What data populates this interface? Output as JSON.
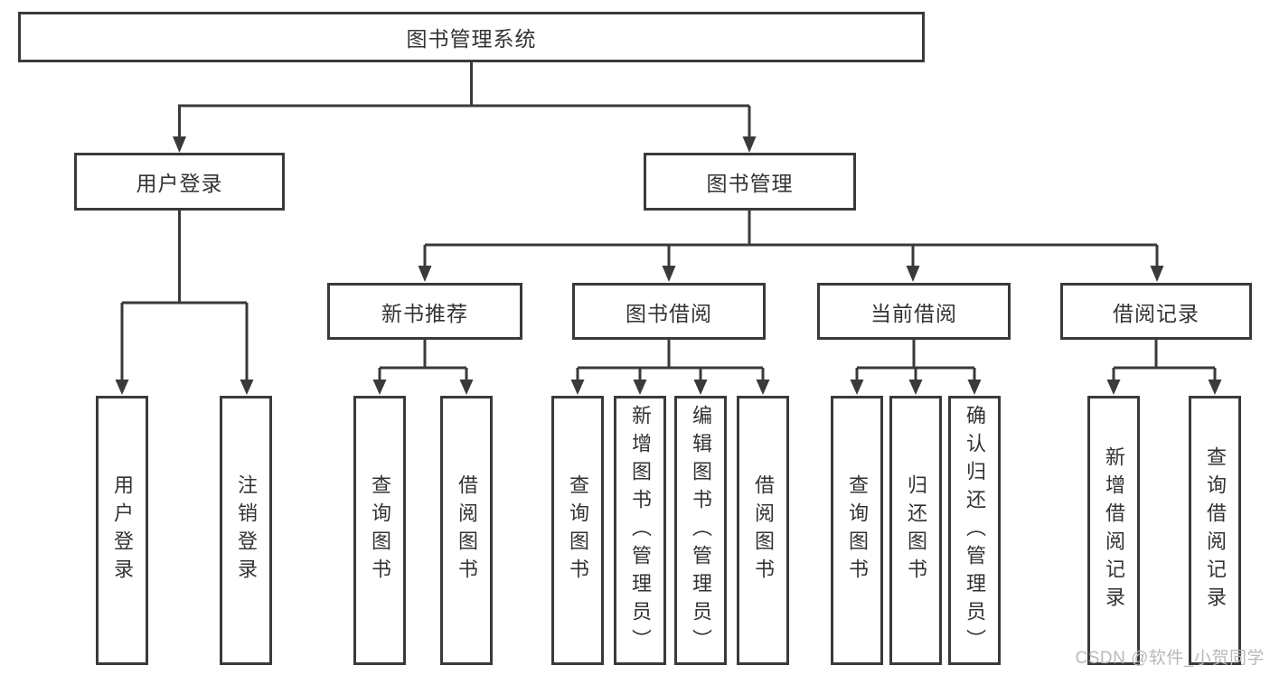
{
  "diagram_title": "图书管理系统",
  "colors": {
    "line": "#3a3a3a",
    "text": "#333333",
    "watermark": "#b9b9b9",
    "background": "#ffffff"
  },
  "watermark": "CSDN @软件_小贺同学",
  "nodes": {
    "root": {
      "label": "图书管理系统"
    },
    "level2": [
      {
        "id": "user-login",
        "label": "用户登录",
        "parent": "图书管理系统"
      },
      {
        "id": "book-management",
        "label": "图书管理",
        "parent": "图书管理系统"
      }
    ],
    "level3": [
      {
        "id": "new-book-recommend",
        "label": "新书推荐",
        "parent": "图书管理"
      },
      {
        "id": "book-borrowing",
        "label": "图书借阅",
        "parent": "图书管理"
      },
      {
        "id": "current-borrowing",
        "label": "当前借阅",
        "parent": "图书管理"
      },
      {
        "id": "borrowing-records",
        "label": "借阅记录",
        "parent": "图书管理"
      }
    ],
    "leaves": [
      {
        "id": "user-login-leaf",
        "label": "用户登录",
        "parent": "用户登录"
      },
      {
        "id": "logout",
        "label": "注销登录",
        "parent": "用户登录"
      },
      {
        "id": "query-books-recommend",
        "label": "查询图书",
        "parent": "新书推荐"
      },
      {
        "id": "borrow-books-recommend",
        "label": "借阅图书",
        "parent": "新书推荐"
      },
      {
        "id": "query-books-borrow",
        "label": "查询图书",
        "parent": "图书借阅"
      },
      {
        "id": "add-books-admin",
        "label": "新增图书（管理员）",
        "parent": "图书借阅"
      },
      {
        "id": "edit-books-admin",
        "label": "编辑图书（管理员）",
        "parent": "图书借阅"
      },
      {
        "id": "borrow-books",
        "label": "借阅图书",
        "parent": "图书借阅"
      },
      {
        "id": "query-books-current",
        "label": "查询图书",
        "parent": "当前借阅"
      },
      {
        "id": "return-books",
        "label": "归还图书",
        "parent": "当前借阅"
      },
      {
        "id": "confirm-return-admin",
        "label": "确认归还（管理员）",
        "parent": "当前借阅"
      },
      {
        "id": "add-borrow-record",
        "label": "新增借阅记录",
        "parent": "借阅记录"
      },
      {
        "id": "query-borrow-record",
        "label": "查询借阅记录",
        "parent": "借阅记录"
      }
    ]
  }
}
